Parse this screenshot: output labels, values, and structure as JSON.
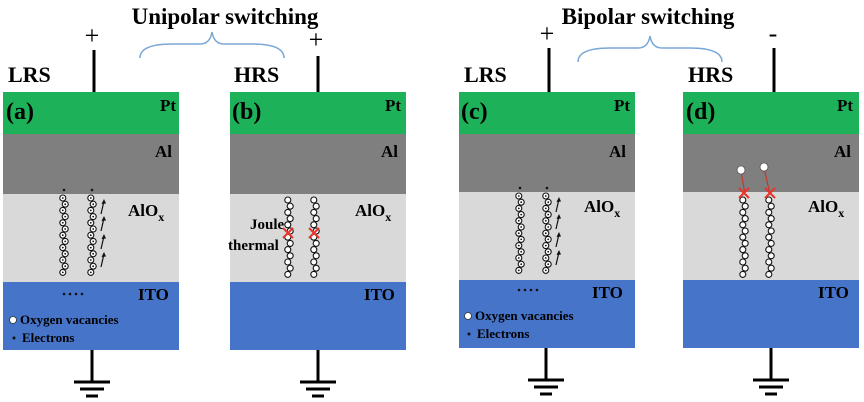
{
  "titles": {
    "unipolar": "Unipolar switching",
    "bipolar": "Bipolar switching"
  },
  "states": {
    "lrs": "LRS",
    "hrs": "HRS"
  },
  "polarity": {
    "plus": "+",
    "minus": "-"
  },
  "panels": [
    {
      "id": "a",
      "label": "(a)",
      "state": "LRS",
      "sign": "+"
    },
    {
      "id": "b",
      "label": "(b)",
      "state": "HRS",
      "sign": "+"
    },
    {
      "id": "c",
      "label": "(c)",
      "state": "LRS",
      "sign": "+"
    },
    {
      "id": "d",
      "label": "(d)",
      "state": "HRS",
      "sign": "-"
    }
  ],
  "layers": {
    "top_electrode": "Pt",
    "metal": "Al",
    "oxide_main": "AlO",
    "oxide_sub": "x",
    "bottom_electrode": "ITO"
  },
  "legend": {
    "oxygen": "Oxygen vacancies",
    "electrons": "Electrons"
  },
  "annotation": {
    "joule_line1": "Joule",
    "joule_line2": "thermal"
  },
  "colors": {
    "pt": "#1db25a",
    "al": "#7f7f7f",
    "alox": "#d9d9d9",
    "ito": "#4674c8",
    "break_mark": "#e8342a",
    "ion": "#ffffff"
  }
}
